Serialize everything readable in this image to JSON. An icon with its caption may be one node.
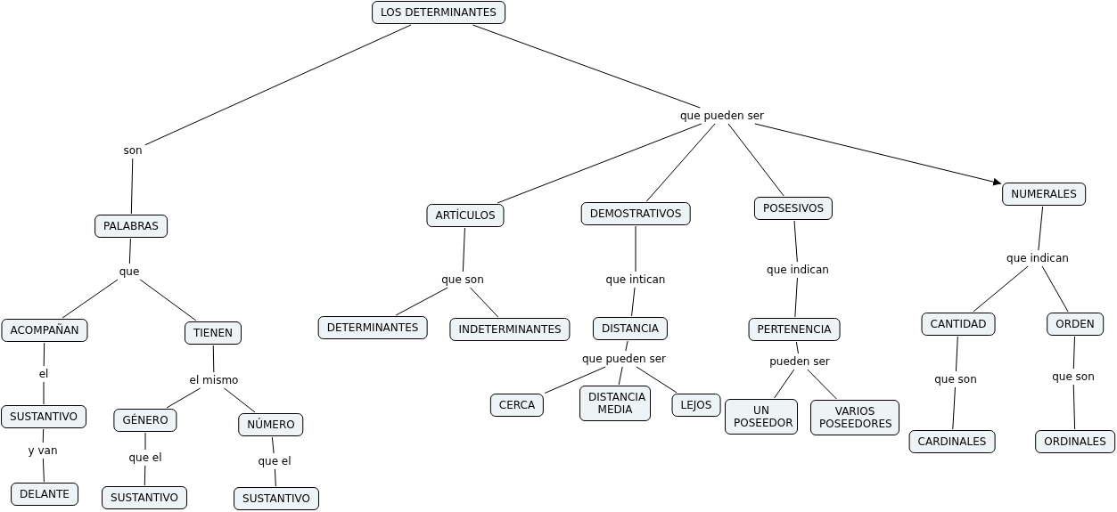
{
  "diagram": {
    "nodes": [
      {
        "text": [
          "LOS DETERMINANTES"
        ]
      },
      {
        "text": [
          "son"
        ]
      },
      {
        "text": [
          "que pueden ser"
        ]
      },
      {
        "text": [
          "PALABRAS"
        ]
      },
      {
        "text": [
          "que"
        ]
      },
      {
        "text": [
          "ACOMPAÑAN"
        ]
      },
      {
        "text": [
          "TIENEN"
        ]
      },
      {
        "text": [
          "el"
        ]
      },
      {
        "text": [
          "SUSTANTIVO"
        ]
      },
      {
        "text": [
          "y van"
        ]
      },
      {
        "text": [
          "DELANTE"
        ]
      },
      {
        "text": [
          "el mismo"
        ]
      },
      {
        "text": [
          "GÉNERO"
        ]
      },
      {
        "text": [
          "NÚMERO"
        ]
      },
      {
        "text": [
          "que el"
        ]
      },
      {
        "text": [
          "SUSTANTIVO"
        ]
      },
      {
        "text": [
          "que el"
        ]
      },
      {
        "text": [
          "SUSTANTIVO"
        ]
      },
      {
        "text": [
          "ARTÍCULOS"
        ]
      },
      {
        "text": [
          "que son"
        ]
      },
      {
        "text": [
          "DETERMINANTES"
        ]
      },
      {
        "text": [
          "INDETERMINANTES"
        ]
      },
      {
        "text": [
          "DEMOSTRATIVOS"
        ]
      },
      {
        "text": [
          "que intican"
        ]
      },
      {
        "text": [
          "DISTANCIA"
        ]
      },
      {
        "text": [
          "que pueden ser"
        ]
      },
      {
        "text": [
          "CERCA"
        ]
      },
      {
        "text": [
          "DISTANCIA MEDIA"
        ]
      },
      {
        "text": [
          "LEJOS"
        ]
      },
      {
        "text": [
          "POSESIVOS"
        ]
      },
      {
        "text": [
          "que indican"
        ]
      },
      {
        "text": [
          "PERTENENCIA"
        ]
      },
      {
        "text": [
          "pueden ser"
        ]
      },
      {
        "text": [
          "UN POSEEDOR"
        ]
      },
      {
        "text": [
          "VARIOS POSEEDORES"
        ]
      },
      {
        "text": [
          "NUMERALES"
        ]
      },
      {
        "text": [
          "que indican"
        ]
      },
      {
        "text": [
          "CANTIDAD"
        ]
      },
      {
        "text": [
          "ORDEN"
        ]
      },
      {
        "text": [
          "que son"
        ]
      },
      {
        "text": [
          "CARDINALES"
        ]
      },
      {
        "text": [
          "que son"
        ]
      },
      {
        "text": [
          "ORDINALES"
        ]
      }
    ],
    "edges": [
      {
        "from": 0,
        "to": 1,
        "arrow": "none"
      },
      {
        "from": 0,
        "to": 2,
        "arrow": "none"
      },
      {
        "from": 1,
        "to": 3,
        "arrow": "none"
      },
      {
        "from": 3,
        "to": 4,
        "arrow": "none"
      },
      {
        "from": 4,
        "to": 5,
        "arrow": "none"
      },
      {
        "from": 4,
        "to": 6,
        "arrow": "none"
      },
      {
        "from": 5,
        "to": 7,
        "arrow": "none"
      },
      {
        "from": 7,
        "to": 8,
        "arrow": "none"
      },
      {
        "from": 8,
        "to": 9,
        "arrow": "none"
      },
      {
        "from": 9,
        "to": 10,
        "arrow": "none"
      },
      {
        "from": 6,
        "to": 11,
        "arrow": "none"
      },
      {
        "from": 11,
        "to": 12,
        "arrow": "none"
      },
      {
        "from": 11,
        "to": 13,
        "arrow": "none"
      },
      {
        "from": 12,
        "to": 14,
        "arrow": "none"
      },
      {
        "from": 14,
        "to": 15,
        "arrow": "none"
      },
      {
        "from": 13,
        "to": 16,
        "arrow": "none"
      },
      {
        "from": 16,
        "to": 17,
        "arrow": "none"
      },
      {
        "from": 2,
        "to": 18,
        "arrow": "none"
      },
      {
        "from": 2,
        "to": 22,
        "arrow": "none"
      },
      {
        "from": 2,
        "to": 29,
        "arrow": "none"
      },
      {
        "from": 2,
        "to": 35,
        "arrow": "to"
      },
      {
        "from": 18,
        "to": 19,
        "arrow": "none"
      },
      {
        "from": 19,
        "to": 20,
        "arrow": "none"
      },
      {
        "from": 19,
        "to": 21,
        "arrow": "none"
      },
      {
        "from": 22,
        "to": 23,
        "arrow": "none"
      },
      {
        "from": 23,
        "to": 24,
        "arrow": "none"
      },
      {
        "from": 24,
        "to": 25,
        "arrow": "none"
      },
      {
        "from": 25,
        "to": 26,
        "arrow": "none"
      },
      {
        "from": 25,
        "to": 27,
        "arrow": "none"
      },
      {
        "from": 25,
        "to": 28,
        "arrow": "none"
      },
      {
        "from": 29,
        "to": 30,
        "arrow": "none"
      },
      {
        "from": 30,
        "to": 31,
        "arrow": "none"
      },
      {
        "from": 31,
        "to": 32,
        "arrow": "none"
      },
      {
        "from": 32,
        "to": 33,
        "arrow": "none"
      },
      {
        "from": 32,
        "to": 34,
        "arrow": "none"
      },
      {
        "from": 35,
        "to": 36,
        "arrow": "none"
      },
      {
        "from": 36,
        "to": 37,
        "arrow": "none"
      },
      {
        "from": 36,
        "to": 38,
        "arrow": "none"
      },
      {
        "from": 37,
        "to": 39,
        "arrow": "none"
      },
      {
        "from": 39,
        "to": 40,
        "arrow": "none"
      },
      {
        "from": 38,
        "to": 41,
        "arrow": "none"
      },
      {
        "from": 41,
        "to": 42,
        "arrow": "none"
      }
    ]
  }
}
